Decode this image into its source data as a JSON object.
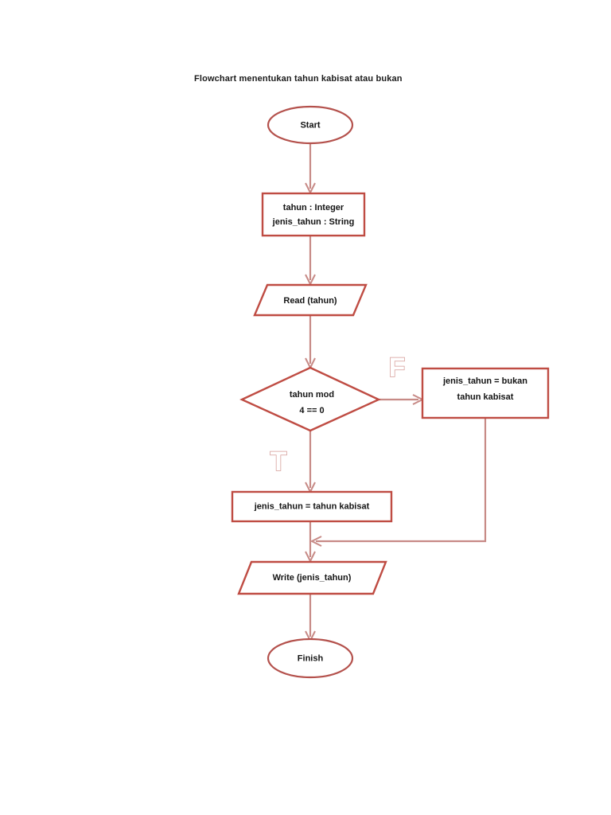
{
  "document": {
    "title": "Flowchart menentukan tahun kabisat atau bukan",
    "background_color": "#ffffff",
    "shape_border_color": "#bf4c43",
    "connector_color": "#c78a86",
    "text_color": "#141414",
    "branch_label_color": "#d49a96"
  },
  "nodes": {
    "start": {
      "label": "Start",
      "type": "terminator"
    },
    "declaration": {
      "line1": "tahun : Integer",
      "line2": "jenis_tahun : String",
      "type": "process"
    },
    "read": {
      "label": "Read (tahun)",
      "type": "input-output"
    },
    "decision": {
      "line1": "tahun mod",
      "line2": "4 == 0",
      "type": "decision"
    },
    "false_branch": {
      "line1": "jenis_tahun = bukan",
      "line2": "tahun kabisat",
      "type": "process"
    },
    "true_branch": {
      "label": "jenis_tahun = tahun kabisat",
      "type": "process"
    },
    "write": {
      "label": "Write (jenis_tahun)",
      "type": "input-output"
    },
    "finish": {
      "label": "Finish",
      "type": "terminator"
    }
  },
  "branch_labels": {
    "true": "T",
    "false": "F"
  }
}
